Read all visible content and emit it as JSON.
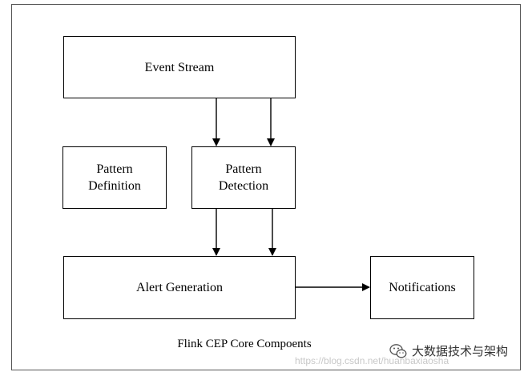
{
  "nodes": {
    "event_stream": {
      "lines": [
        "Event Stream"
      ]
    },
    "pattern_definition": {
      "lines": [
        "Pattern",
        "Definition"
      ]
    },
    "pattern_detection": {
      "lines": [
        "Pattern",
        "Detection"
      ]
    },
    "alert_generation": {
      "lines": [
        "Alert Generation"
      ]
    },
    "notifications": {
      "lines": [
        "Notifications"
      ]
    }
  },
  "edges": [
    {
      "from": "event_stream",
      "to": "pattern_detection",
      "count": 2
    },
    {
      "from": "pattern_detection",
      "to": "alert_generation",
      "count": 2
    },
    {
      "from": "alert_generation",
      "to": "notifications",
      "count": 1
    }
  ],
  "caption": "Flink CEP Core Compoents",
  "watermark": {
    "url_text": "https://blog.csdn.net/huanbaxiaosha",
    "brand_text": "大数据技术与架构",
    "brand_icon": "wechat-icon"
  }
}
